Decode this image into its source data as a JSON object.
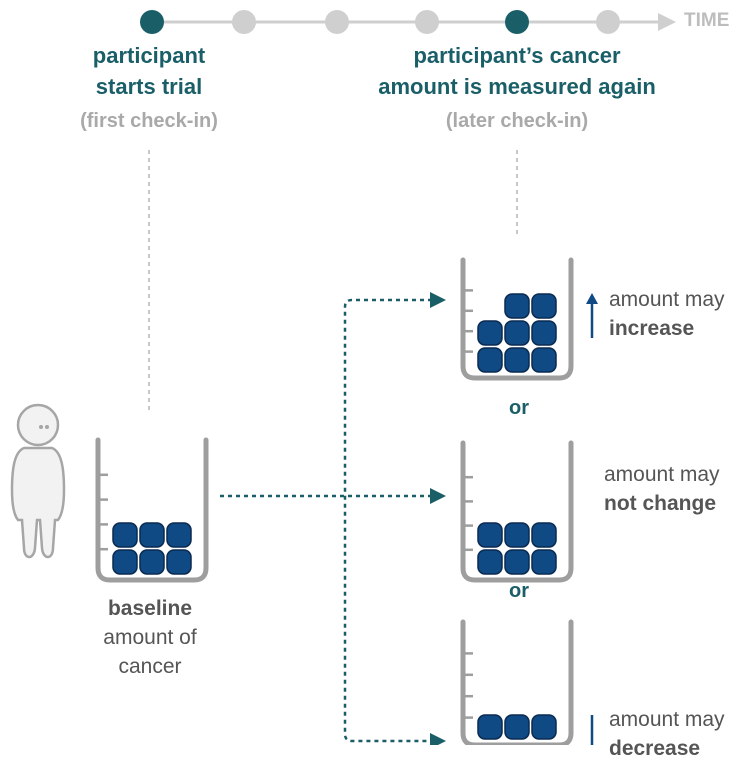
{
  "timeline": {
    "axis_label": "TIME",
    "dots": [
      "active",
      "inactive",
      "inactive",
      "inactive",
      "active",
      "inactive"
    ]
  },
  "start": {
    "title_line1": "participant",
    "title_line2": "starts trial",
    "note": "(first check-in)"
  },
  "later": {
    "title_line1": "participant’s cancer",
    "title_line2": "amount is measured again",
    "note": "(later check-in)"
  },
  "baseline": {
    "bold": "baseline",
    "line2": "amount of",
    "line3": "cancer",
    "cells": 6
  },
  "outcomes": [
    {
      "line1": "amount may",
      "line2": "increase",
      "cells": 8,
      "arrow": "up"
    },
    {
      "line1": "amount may",
      "line2": "not change",
      "cells": 6,
      "arrow": "none"
    },
    {
      "line1": "amount may",
      "line2": "decrease",
      "cells": 3,
      "arrow": "down"
    }
  ],
  "connector": "or",
  "colors": {
    "teal": "#1a5f68",
    "cell": "#0f4a85",
    "cell_stroke": "#0a2a50",
    "beaker": "#9e9e9e",
    "inactive_dot": "#cfcfcf"
  }
}
